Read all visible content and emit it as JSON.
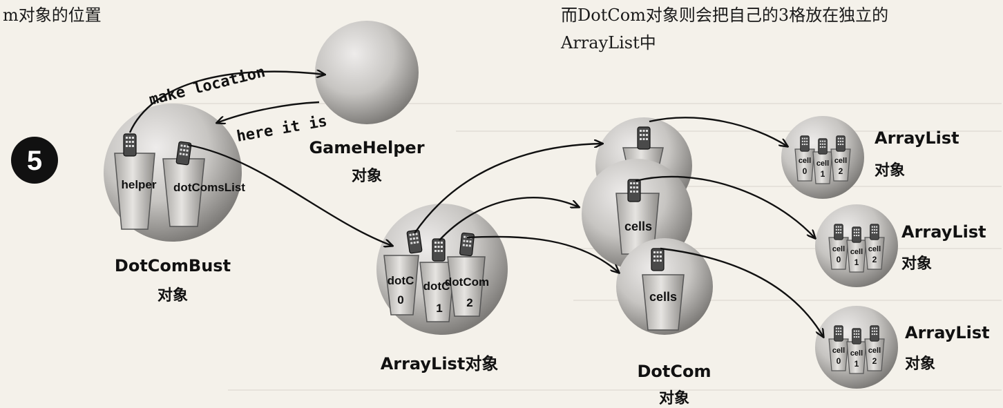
{
  "captions": {
    "top_left": "m对象的位置",
    "top_right_line1": "而DotCom对象则会把自己的3格放在独立的",
    "top_right_line2": "ArrayList中"
  },
  "step_number": "5",
  "arrows": {
    "make_location": "make location",
    "here_it_is": "here it is"
  },
  "objects": {
    "gamehelper": {
      "name": "GameHelper",
      "kind": "对象"
    },
    "dotcombust": {
      "name": "DotComBust",
      "kind": "对象",
      "cup_helper": "helper",
      "cup_list": "dotComsList"
    },
    "arraylist_main": {
      "name": "ArrayList对象",
      "cups": [
        [
          "dotC",
          "0"
        ],
        [
          "dotC",
          "1"
        ],
        [
          "dotCom",
          "2"
        ]
      ]
    },
    "dotcom": {
      "name": "DotCom",
      "kind": "对象",
      "cup_label": "cells"
    },
    "arraylists": [
      {
        "name": "ArrayList",
        "kind": "对象"
      },
      {
        "name": "ArrayList",
        "kind": "对象"
      },
      {
        "name": "ArrayList",
        "kind": "对象"
      }
    ],
    "cell_label": "cell",
    "cell_indices": [
      "0",
      "1",
      "2"
    ]
  },
  "colors": {
    "sphere_light": "#e4e2df",
    "sphere_dark": "#7d7b78",
    "cup": "#d9d7d4",
    "remote": "#4a4a4a",
    "ink": "#111111"
  }
}
